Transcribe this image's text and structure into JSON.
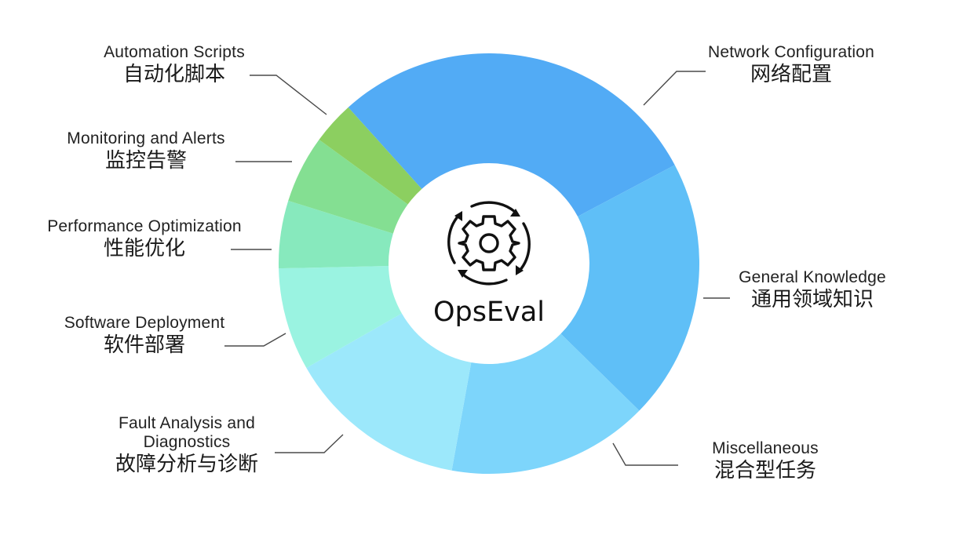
{
  "chart_data": {
    "type": "pie",
    "variant": "donut",
    "title": "OpsEval",
    "start_angle_deg": 318,
    "direction": "clockwise",
    "slices": [
      {
        "name": "Network Configuration",
        "name_zh": "网络配置",
        "value": 28.9,
        "color": "#52abf5"
      },
      {
        "name": "General Knowledge",
        "name_zh": "通用领域知识",
        "value": 20.1,
        "color": "#5fbff7"
      },
      {
        "name": "Miscellaneous",
        "name_zh": "混合型任务",
        "value": 15.5,
        "color": "#7dd5fb"
      },
      {
        "name": "Fault Analysis and Diagnostics",
        "name_zh": "故障分析与诊断",
        "value": 13.9,
        "color": "#9ce8fb"
      },
      {
        "name": "Software Deployment",
        "name_zh": "软件部署",
        "value": 7.9,
        "color": "#9af3e1"
      },
      {
        "name": "Performance Optimization",
        "name_zh": "性能优化",
        "value": 5.2,
        "color": "#87e9bd"
      },
      {
        "name": "Monitoring and Alerts",
        "name_zh": "监控告警",
        "value": 5.2,
        "color": "#84df92"
      },
      {
        "name": "Automation Scripts",
        "name_zh": "自动化脚本",
        "value": 3.3,
        "color": "#8ccf60"
      }
    ],
    "legend": "none",
    "value_units": "percent (estimated from slice angles)"
  },
  "center": {
    "title": "OpsEval",
    "icon": "gear-cycle-icon"
  },
  "labels": {
    "network": {
      "en": "Network Configuration",
      "zh": "网络配置"
    },
    "general": {
      "en": "General Knowledge",
      "zh": "通用领域知识"
    },
    "misc": {
      "en": "Miscellaneous",
      "zh": "混合型任务"
    },
    "fault": {
      "en": "Fault Analysis and Diagnostics",
      "en_line1": "Fault Analysis and",
      "en_line2": "Diagnostics",
      "zh": "故障分析与诊断"
    },
    "software": {
      "en": "Software Deployment",
      "zh": "软件部署"
    },
    "performance": {
      "en": "Performance Optimization",
      "zh": "性能优化"
    },
    "monitoring": {
      "en": "Monitoring and Alerts",
      "zh": "监控告警"
    },
    "automation": {
      "en": "Automation Scripts",
      "zh": "自动化脚本"
    }
  }
}
